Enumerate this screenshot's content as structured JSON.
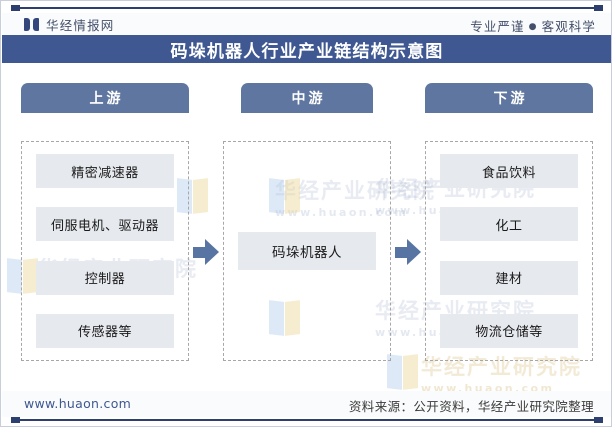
{
  "brand": {
    "logo_icon": "book-icon",
    "name": "华经情报网",
    "slogan_left": "专业严谨",
    "slogan_dot": "●",
    "slogan_right": "客观科学"
  },
  "title": "码垛机器人行业产业链结构示意图",
  "colors": {
    "banner_blue": "#3f5892",
    "header_blue": "#5f77a0",
    "arrow_blue": "#5774a3",
    "node_gray": "#e6e9ee",
    "rule_navy": "#2d3f6e",
    "dashed_gray": "#a7a7a7"
  },
  "columns": [
    {
      "key": "upstream",
      "header": "上游",
      "items": [
        "精密减速器",
        "伺服电机、驱动器",
        "控制器",
        "传感器等"
      ]
    },
    {
      "key": "midstream",
      "header": "中游",
      "items": [
        "码垛机器人"
      ]
    },
    {
      "key": "downstream",
      "header": "下游",
      "items": [
        "食品饮料",
        "化工",
        "建材",
        "物流仓储等"
      ]
    }
  ],
  "arrows": [
    {
      "name": "arrow-upstream-to-midstream",
      "glyph": "➡"
    },
    {
      "name": "arrow-midstream-to-downstream",
      "glyph": "➡"
    }
  ],
  "watermarks": [
    {
      "cn": "华经产业研究院",
      "en": "www.huaon.com"
    },
    {
      "cn": "华经产业研究院",
      "en": "www.huaon.com"
    },
    {
      "cn": "华经产业研究院",
      "en": "www.huaon.com"
    },
    {
      "cn": "华经产业研究院",
      "en": "www.huaon.com"
    },
    {
      "cn": "华经产业研究院",
      "en": "www.huaon.com"
    }
  ],
  "footer": {
    "url": "www.huaon.com",
    "source": "资料来源：公开资料，华经产业研究院整理"
  }
}
